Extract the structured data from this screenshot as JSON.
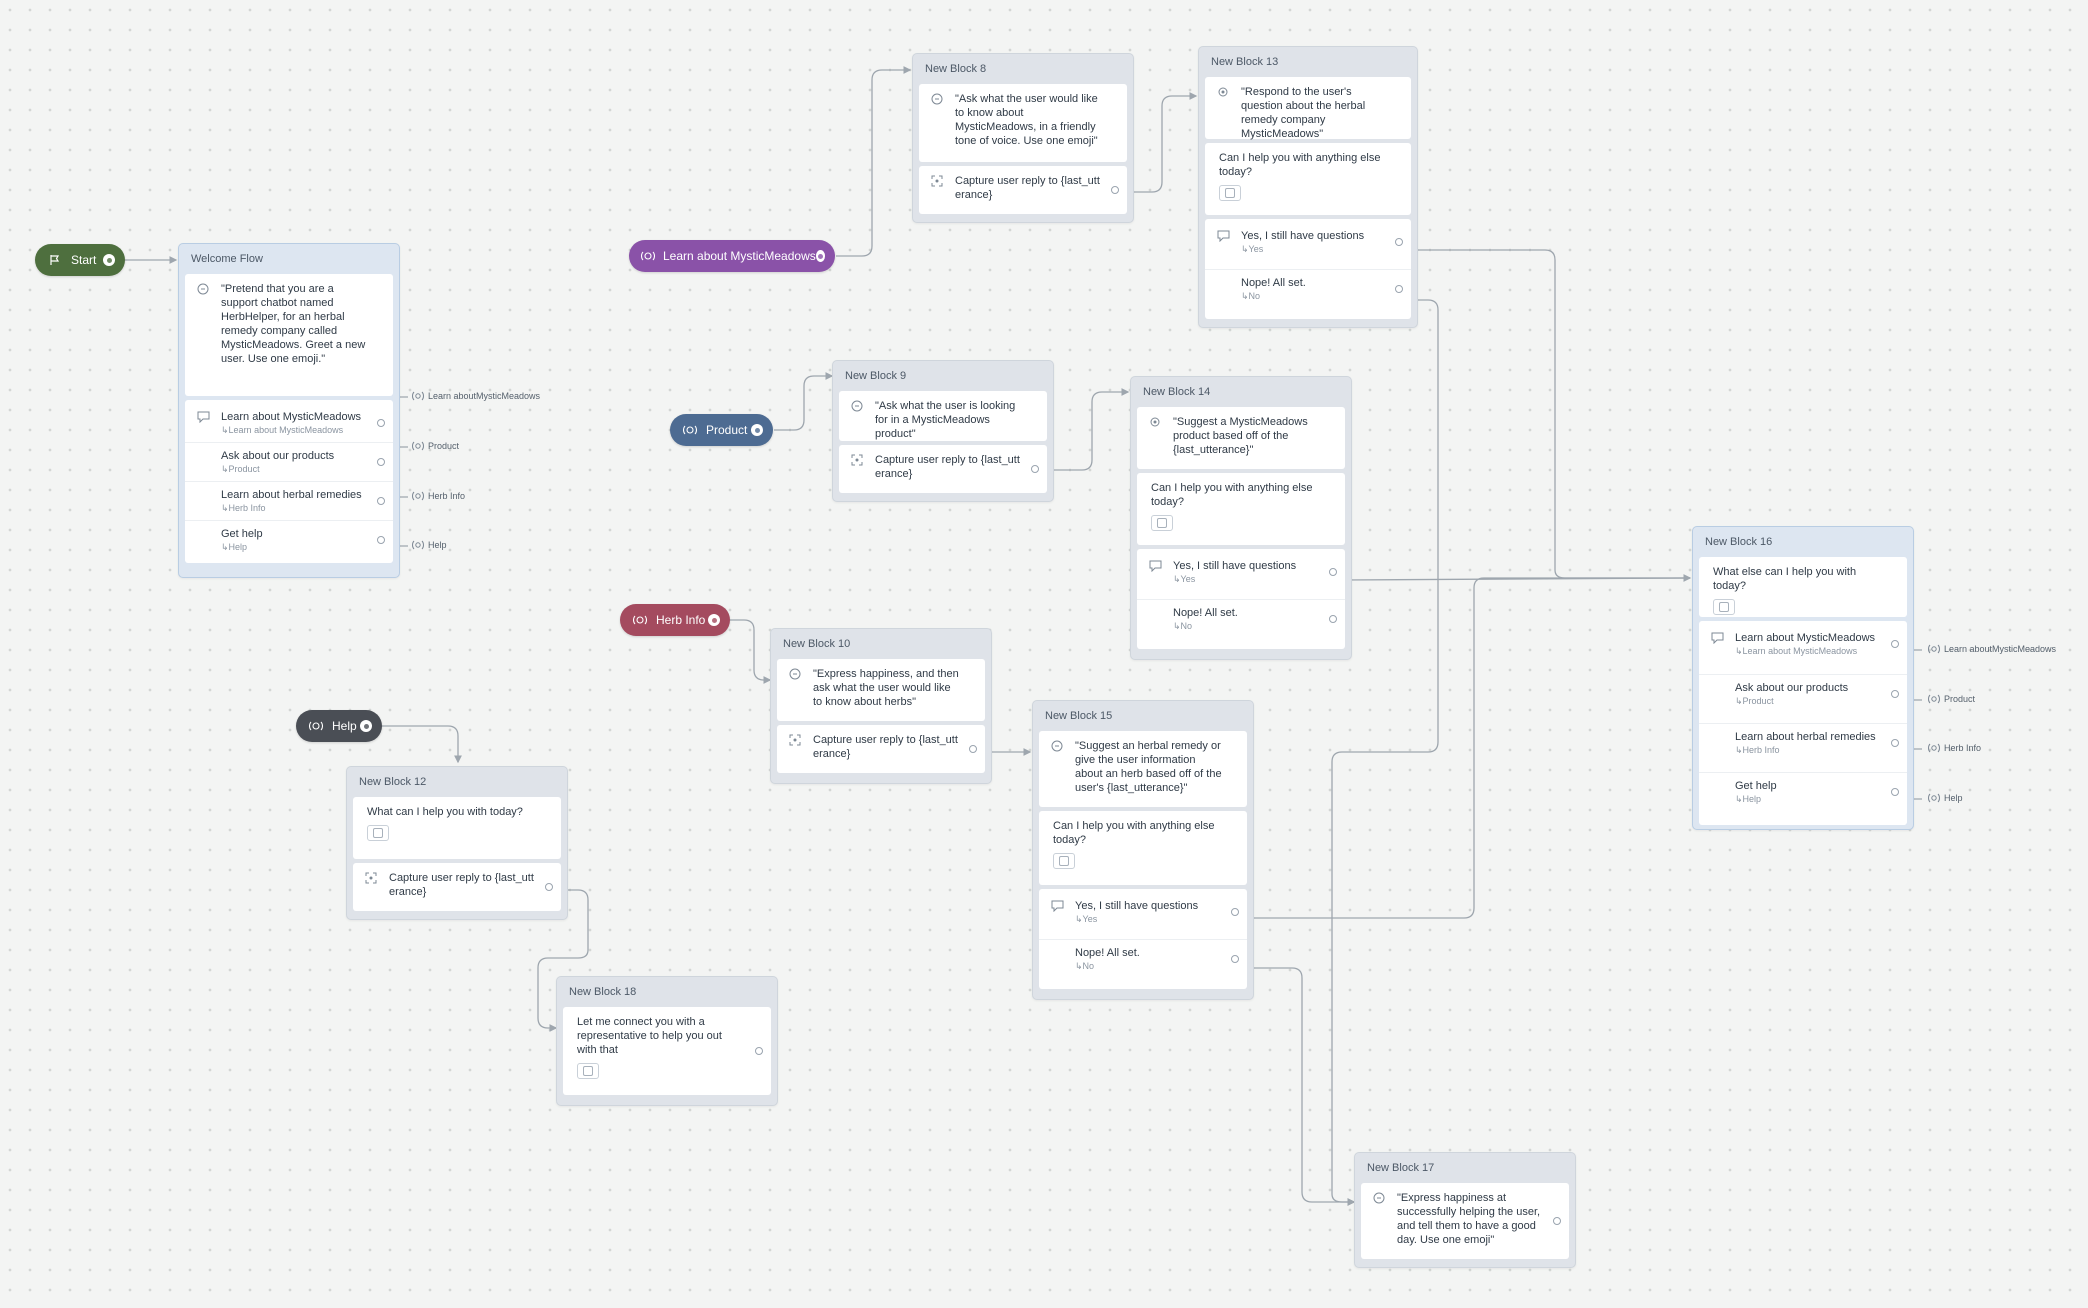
{
  "colors": {
    "start": "#4e6f3e",
    "learn": "#8a52a8",
    "product": "#4d6b92",
    "herb": "#a44b5f",
    "help": "#4a4e55",
    "wire": "#9ea6ae"
  },
  "start_nodes": {
    "start": {
      "label": "Start",
      "icon": "flag-icon"
    },
    "learn": {
      "label": "Learn about MysticMeadows",
      "icon": "intent-icon"
    },
    "product": {
      "label": "Product",
      "icon": "intent-icon"
    },
    "herb": {
      "label": "Herb Info",
      "icon": "intent-icon"
    },
    "help": {
      "label": "Help",
      "icon": "intent-icon"
    }
  },
  "blocks": {
    "welcome": {
      "title": "Welcome Flow",
      "prompt": "\"Pretend that you are a support chatbot named HerbHelper, for an herbal remedy company called MysticMeadows. Greet a new user. Use one emoji.\"",
      "choices": [
        {
          "label": "Learn about MysticMeadows",
          "sub": "Learn about MysticMeadows",
          "target": "Learn aboutMysticMeadows"
        },
        {
          "label": "Ask about our products",
          "sub": "Product",
          "target": "Product"
        },
        {
          "label": "Learn about herbal remedies",
          "sub": "Herb Info",
          "target": "Herb Info"
        },
        {
          "label": "Get help",
          "sub": "Help",
          "target": "Help"
        }
      ]
    },
    "b8": {
      "title": "New Block 8",
      "prompt": "\"Ask what the user would like to know about MysticMeadows, in a friendly tone of voice. Use one emoji\"",
      "capture": "Capture user reply to {last_utt erance}"
    },
    "b13": {
      "title": "New Block 13",
      "prompt": "\"Respond to the user's question about the herbal remedy company MysticMeadows\"",
      "text": "Can I help you with anything else today?",
      "yes": "Yes, I still have questions",
      "yes_sub": "Yes",
      "no": "Nope! All set.",
      "no_sub": "No"
    },
    "b9": {
      "title": "New Block 9",
      "prompt": "\"Ask what the user is looking for in a MysticMeadows product\"",
      "capture": "Capture user reply to {last_utt erance}"
    },
    "b14": {
      "title": "New Block 14",
      "prompt": "\"Suggest a MysticMeadows product based off of the {last_utterance}\"",
      "text": "Can I help you with anything else today?",
      "yes": "Yes, I still have questions",
      "yes_sub": "Yes",
      "no": "Nope! All set.",
      "no_sub": "No"
    },
    "b10": {
      "title": "New Block 10",
      "prompt": "\"Express happiness, and then ask what the user would like to know about herbs\"",
      "capture": "Capture user reply to {last_utt erance}"
    },
    "b15": {
      "title": "New Block 15",
      "prompt": "\"Suggest an herbal remedy or give the user information about an herb based off of the user's {last_utterance}\"",
      "text": "Can I help you with anything else today?",
      "yes": "Yes, I still have questions",
      "yes_sub": "Yes",
      "no": "Nope! All set.",
      "no_sub": "No"
    },
    "b12": {
      "title": "New Block 12",
      "text": "What can I help you with today?",
      "capture": "Capture user reply to {last_utt erance}"
    },
    "b18": {
      "title": "New Block 18",
      "text": "Let me connect you with a representative to help you out with that"
    },
    "b16": {
      "title": "New Block 16",
      "text": "What else can I help you with today?",
      "choices": [
        {
          "label": "Learn about MysticMeadows",
          "sub": "Learn about MysticMeadows",
          "target": "Learn aboutMysticMeadows"
        },
        {
          "label": "Ask about our products",
          "sub": "Product",
          "target": "Product"
        },
        {
          "label": "Learn about herbal remedies",
          "sub": "Herb Info",
          "target": "Herb Info"
        },
        {
          "label": "Get help",
          "sub": "Help",
          "target": "Help"
        }
      ]
    },
    "b17": {
      "title": "New Block 17",
      "prompt": "\"Express happiness at successfully helping the user, and tell them to have a good day. Use one emoji\""
    }
  }
}
